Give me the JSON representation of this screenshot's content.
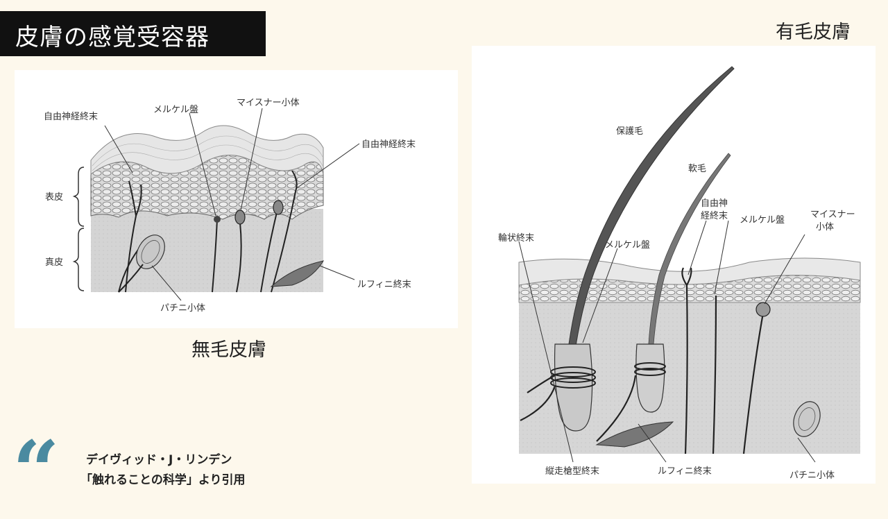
{
  "title": "皮膚の感覚受容器",
  "left_diagram": {
    "caption": "無毛皮膚",
    "labels": {
      "free_nerve_left": "自由神経終末",
      "merkel": "メルケル盤",
      "meissner": "マイスナー小体",
      "free_nerve_right": "自由神経終末",
      "epidermis": "表皮",
      "dermis": "真皮",
      "ruffini": "ルフィニ終末",
      "pacini": "パチニ小体"
    }
  },
  "right_diagram": {
    "caption": "有毛皮膚",
    "labels": {
      "guard_hair": "保護毛",
      "vellus_hair": "軟毛",
      "free_nerve_line1": "自由神",
      "free_nerve_line2": "経終末",
      "merkel_right": "メルケル盤",
      "meissner_line1": "マイスナー",
      "meissner_line2": "小体",
      "ring_ending": "輪状終末",
      "merkel_left": "メルケル盤",
      "lanceolate": "縦走槍型終末",
      "ruffini": "ルフィニ終末",
      "pacini": "パチニ小体"
    }
  },
  "citation": {
    "author": "デイヴィッド・J・リンデン",
    "book": "「触れることの科学」より引用"
  },
  "colors": {
    "title_bg": "#111111",
    "page_bg": "#fdf8ec",
    "quote_mark": "#4a8aa0"
  }
}
